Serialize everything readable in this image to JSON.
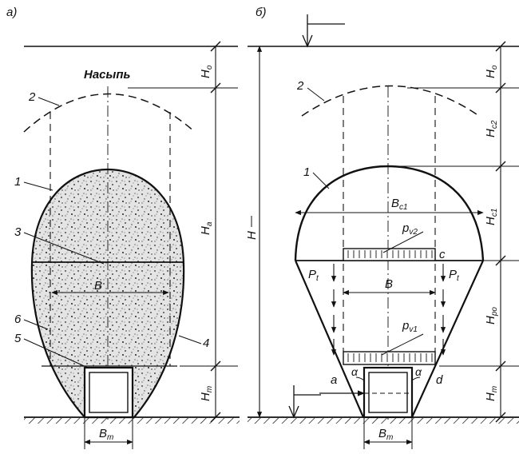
{
  "panel_a": {
    "tag": "а)",
    "title": "Насыпь",
    "callouts": [
      "1",
      "2",
      "3",
      "4",
      "5",
      "6"
    ],
    "dim_h0": "H",
    "dim_h0_sub": "о",
    "dim_ha": "H",
    "dim_ha_sub": "а",
    "dim_ht": "H",
    "dim_ht_sub": "т",
    "dim_b": "B",
    "dim_bt": "B",
    "dim_bt_sub": "т"
  },
  "panel_b": {
    "tag": "б)",
    "callouts": [
      "1",
      "2"
    ],
    "dim_htotal": "H",
    "dim_h0": "H",
    "dim_h0_sub": "о",
    "dim_hc2": "H",
    "dim_hc2_sub": "c2",
    "dim_hc1": "H",
    "dim_hc1_sub": "c1",
    "dim_hpo": "H",
    "dim_hpo_sub": "po",
    "dim_ht": "H",
    "dim_ht_sub": "т",
    "dim_bc1": "B",
    "dim_bc1_sub": "c1",
    "dim_b": "B",
    "dim_bt": "B",
    "dim_bt_sub": "т",
    "load_pv2": "p",
    "load_pv2_sub": "v2",
    "load_pv1": "p",
    "load_pv1_sub": "v1",
    "press_left": "P",
    "press_left_sub": "t",
    "press_right": "P",
    "press_right_sub": "t",
    "point_a": "a",
    "point_c": "c",
    "point_d": "d",
    "angle_left": "α",
    "angle_right": "α"
  }
}
